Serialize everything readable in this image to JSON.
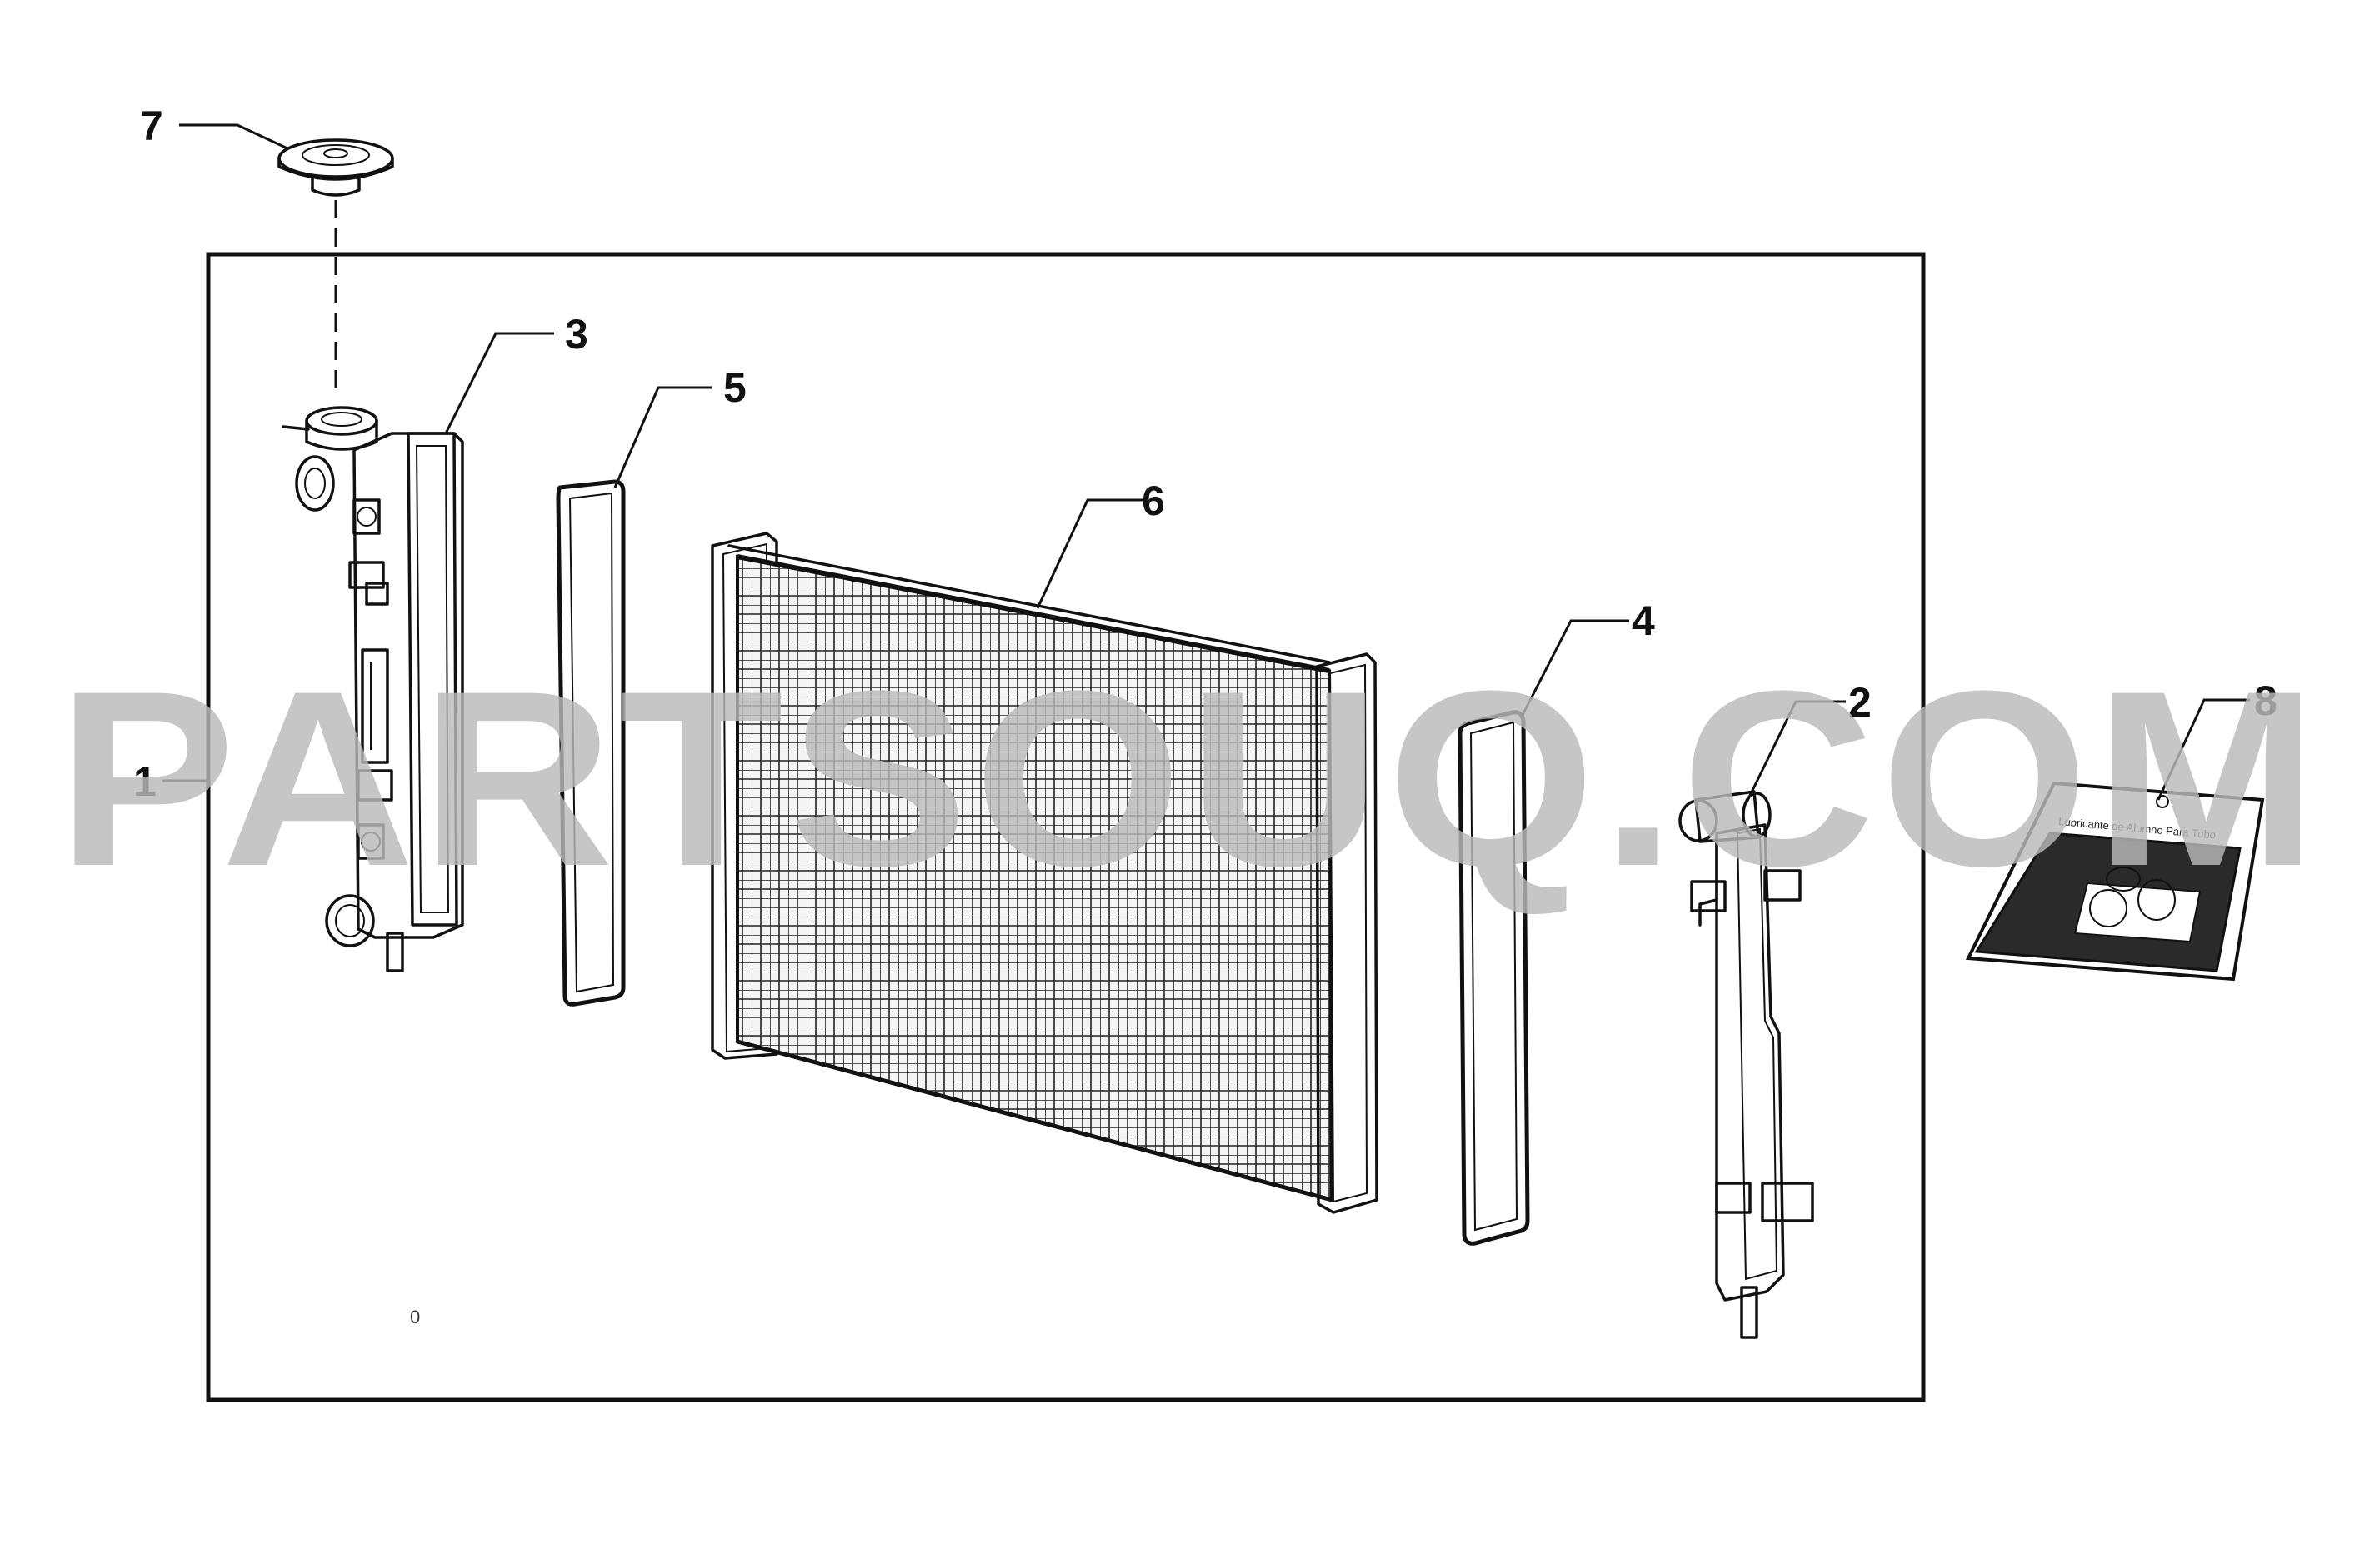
{
  "callouts": {
    "c1": "1",
    "c2": "2",
    "c3": "3",
    "c4": "4",
    "c5": "5",
    "c6": "6",
    "c7": "7",
    "c8": "8"
  },
  "stray_mark": "0",
  "watermark": "PARTSOUQ.COM",
  "package_label": "Lubricante de Alumno Para Tubo",
  "colors": {
    "ink": "#111111",
    "watermark": "#b9b9b9",
    "background": "#ffffff"
  }
}
